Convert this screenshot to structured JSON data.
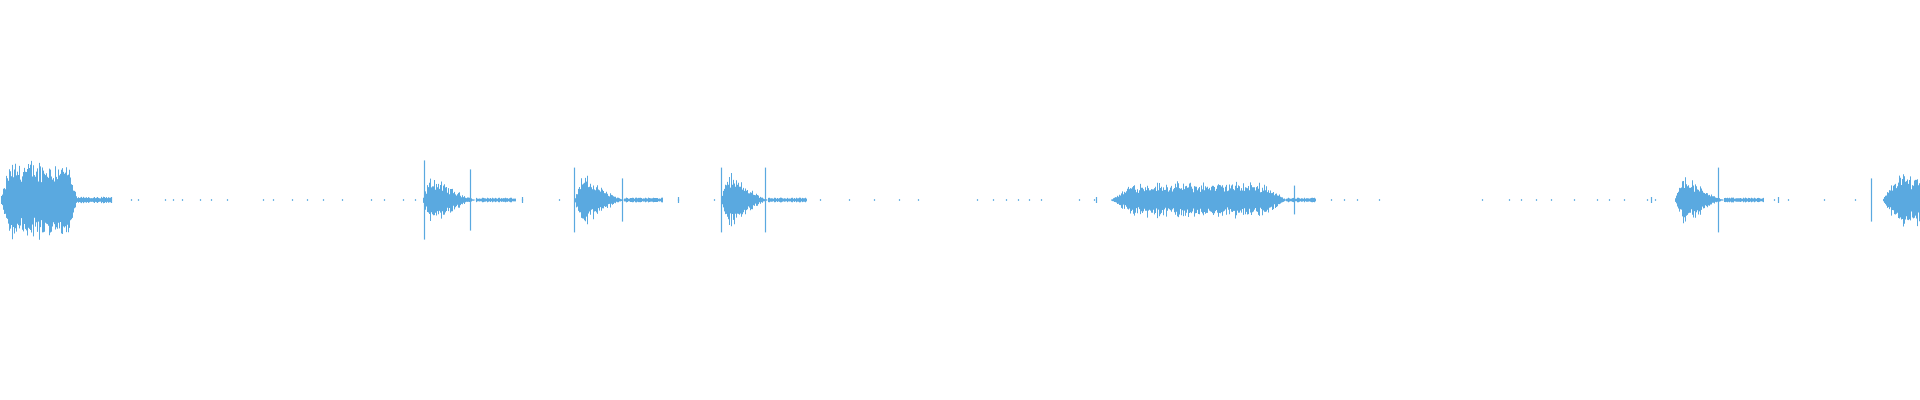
{
  "waveform": {
    "color": "#5aa9e0",
    "background": "#ffffff",
    "baseline_opacity": 0.85,
    "peak_normalization": 1.0,
    "bursts": [
      {
        "start": 0.0,
        "end": 0.04,
        "amp": 0.045,
        "shape": "flat"
      },
      {
        "start": 0.22,
        "end": 0.248,
        "amp": 0.035,
        "shape": "decay"
      },
      {
        "start": 0.299,
        "end": 0.325,
        "amp": 0.038,
        "shape": "decay"
      },
      {
        "start": 0.375,
        "end": 0.4,
        "amp": 0.04,
        "shape": "decay"
      },
      {
        "start": 0.578,
        "end": 0.67,
        "amp": 0.02,
        "shape": "flat"
      },
      {
        "start": 0.872,
        "end": 0.898,
        "amp": 0.038,
        "shape": "decay"
      },
      {
        "start": 0.98,
        "end": 1.0,
        "amp": 0.03,
        "shape": "rise"
      }
    ],
    "spikes": [
      {
        "pos": 0.2208,
        "amp": 0.11
      },
      {
        "pos": 0.245,
        "amp": 0.085
      },
      {
        "pos": 0.299,
        "amp": 0.09
      },
      {
        "pos": 0.324,
        "amp": 0.06
      },
      {
        "pos": 0.3755,
        "amp": 0.09
      },
      {
        "pos": 0.3985,
        "amp": 0.09
      },
      {
        "pos": 0.674,
        "amp": 0.04
      },
      {
        "pos": 0.895,
        "amp": 0.09
      },
      {
        "pos": 0.9745,
        "amp": 0.06
      }
    ],
    "tails": [
      {
        "start": 0.04,
        "end": 0.058,
        "amp": 0.004
      },
      {
        "start": 0.248,
        "end": 0.268,
        "amp": 0.003
      },
      {
        "start": 0.325,
        "end": 0.345,
        "amp": 0.003
      },
      {
        "start": 0.4,
        "end": 0.42,
        "amp": 0.003
      },
      {
        "start": 0.67,
        "end": 0.685,
        "amp": 0.003
      },
      {
        "start": 0.898,
        "end": 0.918,
        "amp": 0.003
      }
    ],
    "dots": [
      0.057,
      0.068,
      0.072,
      0.086,
      0.09,
      0.095,
      0.104,
      0.11,
      0.118,
      0.137,
      0.142,
      0.152,
      0.16,
      0.168,
      0.178,
      0.193,
      0.2,
      0.21,
      0.216,
      0.272,
      0.291,
      0.353,
      0.372,
      0.427,
      0.442,
      0.455,
      0.468,
      0.478,
      0.509,
      0.517,
      0.524,
      0.53,
      0.536,
      0.542,
      0.562,
      0.57,
      0.693,
      0.7,
      0.707,
      0.718,
      0.772,
      0.786,
      0.792,
      0.8,
      0.808,
      0.82,
      0.832,
      0.838,
      0.846,
      0.858,
      0.862,
      0.924,
      0.931,
      0.95,
      0.966
    ],
    "ticks": [
      0.058,
      0.272,
      0.353,
      0.571,
      0.86,
      0.926
    ]
  }
}
